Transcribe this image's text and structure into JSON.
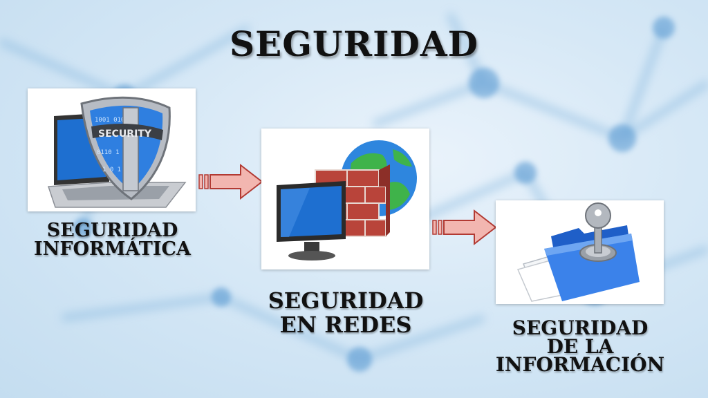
{
  "title": "SEGURIDAD",
  "nodes": [
    {
      "id": "informatica",
      "lines": [
        "SEGURIDAD",
        "INFORMÁTICA"
      ],
      "image": "laptop-security-shield"
    },
    {
      "id": "redes",
      "lines": [
        "SEGURIDAD",
        "EN REDES"
      ],
      "image": "monitor-firewall-globe"
    },
    {
      "id": "informacion",
      "lines": [
        "SEGURIDAD",
        "DE LA",
        "INFORMACIÓN"
      ],
      "image": "folder-key-lock"
    }
  ],
  "shield_text": "SECURITY",
  "colors": {
    "arrow_fill": "#f2b6b0",
    "arrow_stroke": "#b23a33",
    "accent_blue": "#1e6fd0"
  }
}
